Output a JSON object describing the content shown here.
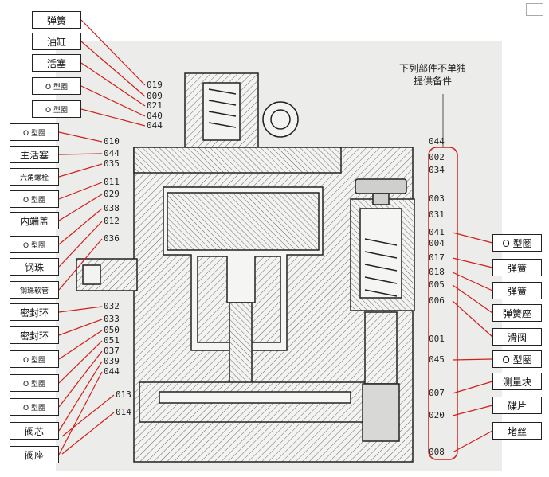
{
  "note": [
    "下列部件不单独",
    "提供备件"
  ],
  "left_labels": [
    {
      "text": "弹簧",
      "code": "019"
    },
    {
      "text": "油缸",
      "code": "009"
    },
    {
      "text": "活塞",
      "code": "021"
    },
    {
      "text": "O 型圈",
      "code": "040"
    },
    {
      "text": "O 型圈",
      "code": "044"
    },
    {
      "text": "O 型圈",
      "code": "010"
    },
    {
      "text": "主活塞",
      "code": "044"
    },
    {
      "text": "六角螺栓",
      "code": "035"
    },
    {
      "text": "O 型圈",
      "code": "011"
    },
    {
      "text": "内端盖",
      "code": "029"
    },
    {
      "text": "O 型圈",
      "code": "038"
    },
    {
      "text": "钢珠",
      "code": "012"
    },
    {
      "text": "钢珠软管",
      "code": "036"
    },
    {
      "text": "密封环",
      "code": "032"
    },
    {
      "text": "密封环",
      "code": "033"
    },
    {
      "text": "O 型圈",
      "code": "050"
    },
    {
      "text": "O 型圈",
      "code": "051"
    },
    {
      "text": "O 型圈",
      "code": "037"
    },
    {
      "text": "阀芯",
      "code": "039"
    },
    {
      "text": "阀座",
      "code": "044"
    }
  ],
  "left_codes_extra": [
    "013",
    "014"
  ],
  "right_codes": [
    "044",
    "002",
    "034",
    "003",
    "031",
    "041",
    "004",
    "017",
    "018",
    "005",
    "006",
    "001",
    "045",
    "007",
    "020",
    "008"
  ],
  "right_labels": [
    {
      "text": "O 型圈",
      "code": "041"
    },
    {
      "text": "弹簧",
      "code": "017"
    },
    {
      "text": "弹簧",
      "code": "018"
    },
    {
      "text": "弹簧座",
      "code": "005"
    },
    {
      "text": "滑阀",
      "code": "006"
    },
    {
      "text": "O 型圈",
      "code": "045"
    },
    {
      "text": "测量块",
      "code": "007"
    },
    {
      "text": "碟片",
      "code": "020"
    },
    {
      "text": "堵丝",
      "code": "008"
    }
  ],
  "colors": {
    "leader": "#d0201a",
    "line": "#222222",
    "hatch": "#555555",
    "paper": "#ececea"
  }
}
